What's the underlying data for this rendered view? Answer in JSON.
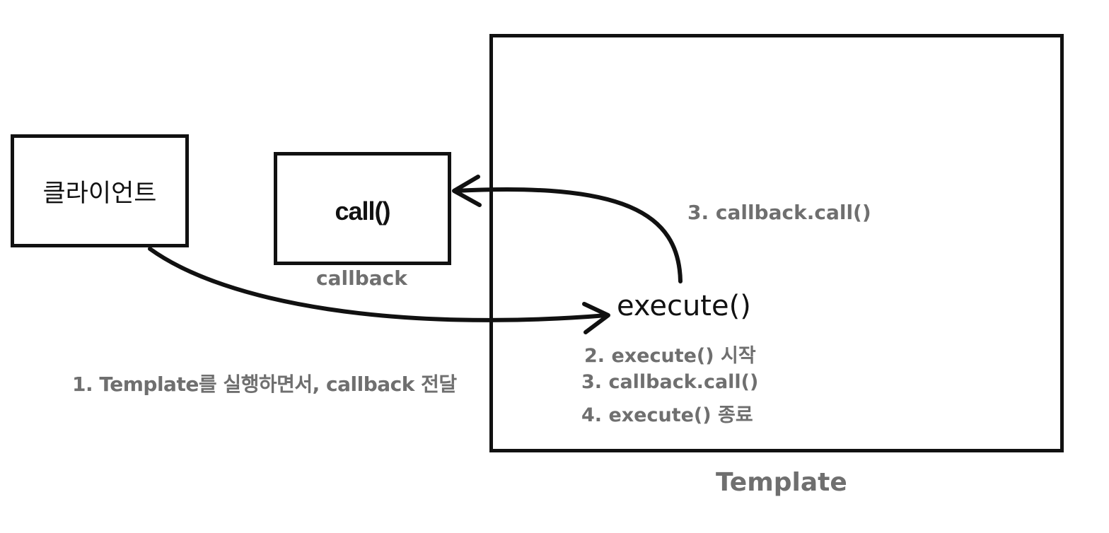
{
  "client": {
    "label": "클라이언트"
  },
  "callback_box": {
    "method_label": "call()",
    "caption": "callback"
  },
  "template": {
    "caption": "Template",
    "method_label": "execute()",
    "steps": [
      "2. execute() 시작",
      "3. callback.call()",
      "4. execute() 종료"
    ]
  },
  "arrows": {
    "client_to_execute_label": "1. Template를 실행하면서, callback 전달",
    "execute_to_callback_label": "3. callback.call()"
  },
  "colors": {
    "stroke": "#111111",
    "label_gray": "#6f6f6f",
    "background": "#ffffff"
  }
}
